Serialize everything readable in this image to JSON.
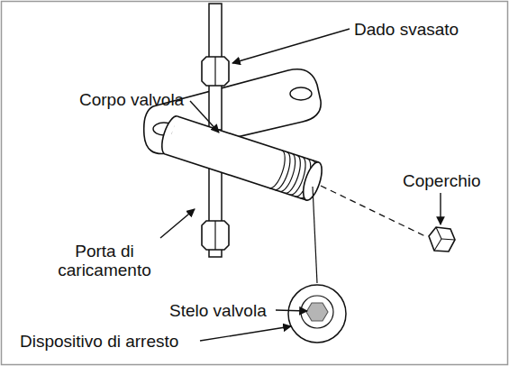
{
  "diagram": {
    "labels": [
      "Dado svasato",
      "Corpo valvola",
      "Coperchio",
      "Porta di caricamento",
      "Stelo valvola",
      "Dispositivo di arresto"
    ]
  }
}
